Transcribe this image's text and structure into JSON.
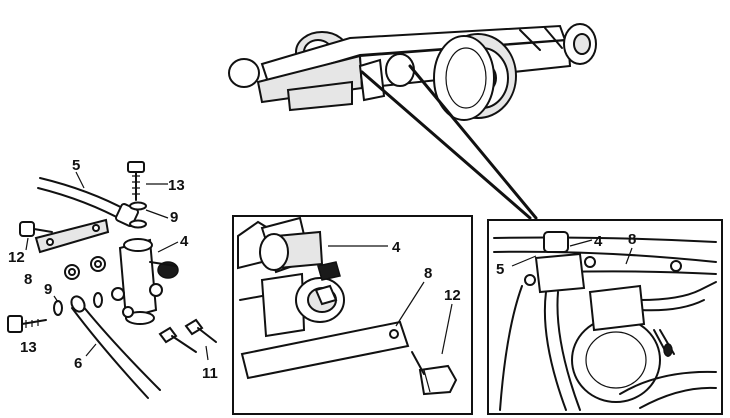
{
  "diagram": {
    "callouts": {
      "exploded": {
        "c5": "5",
        "c13_top": "13",
        "c9_top": "9",
        "c4": "4",
        "c12": "12",
        "c8": "8",
        "c9_left": "9",
        "c13_bottom": "13",
        "c6": "6",
        "c11": "11"
      },
      "detail_center": {
        "c4": "4",
        "c8": "8",
        "c12": "12"
      },
      "detail_right": {
        "c4": "4",
        "c8": "8",
        "c5": "5"
      }
    }
  }
}
